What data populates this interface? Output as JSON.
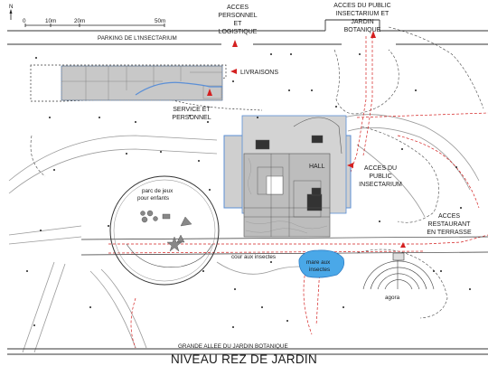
{
  "title": "NIVEAU REZ DE JARDIN",
  "north": "N",
  "scale": {
    "ticks": [
      "0",
      "10m",
      "20m",
      "50m"
    ]
  },
  "labels": {
    "parking": "PARKING DE L'INSECTARIUM",
    "acces_personnel": [
      "ACCES",
      "PERSONNEL",
      "ET",
      "LOGISTIQUE"
    ],
    "acces_public_jardin": [
      "ACCES DU PUBLIC",
      "INSECTARIUM ET",
      "JARDIN",
      "BOTANIQUE"
    ],
    "livraisons": "LIVRAISONS",
    "service": [
      "SERVICE ET",
      "PERSONNEL"
    ],
    "hall": "HALL",
    "acces_public_insectarium": [
      "ACCES DU",
      "PUBLIC",
      "INSECTARIUM"
    ],
    "acces_restaurant": [
      "ACCES",
      "RESTAURANT",
      "EN TERRASSE"
    ],
    "parc_jeux": [
      "parc de jeux",
      "pour enfants"
    ],
    "cour_insectes": "cour aux insectes",
    "mare": [
      "mare aux",
      "insectes"
    ],
    "agora": "agora",
    "grande_allee": "GRANDE ALLEE DU JARDIN BOTANIQUE"
  },
  "colors": {
    "building_fill": "#c8c8c8",
    "building_blue": "#5b8fd6",
    "pond": "#4aa8e8",
    "access_red": "#d42020",
    "path_grey": "#9a9a9a"
  }
}
